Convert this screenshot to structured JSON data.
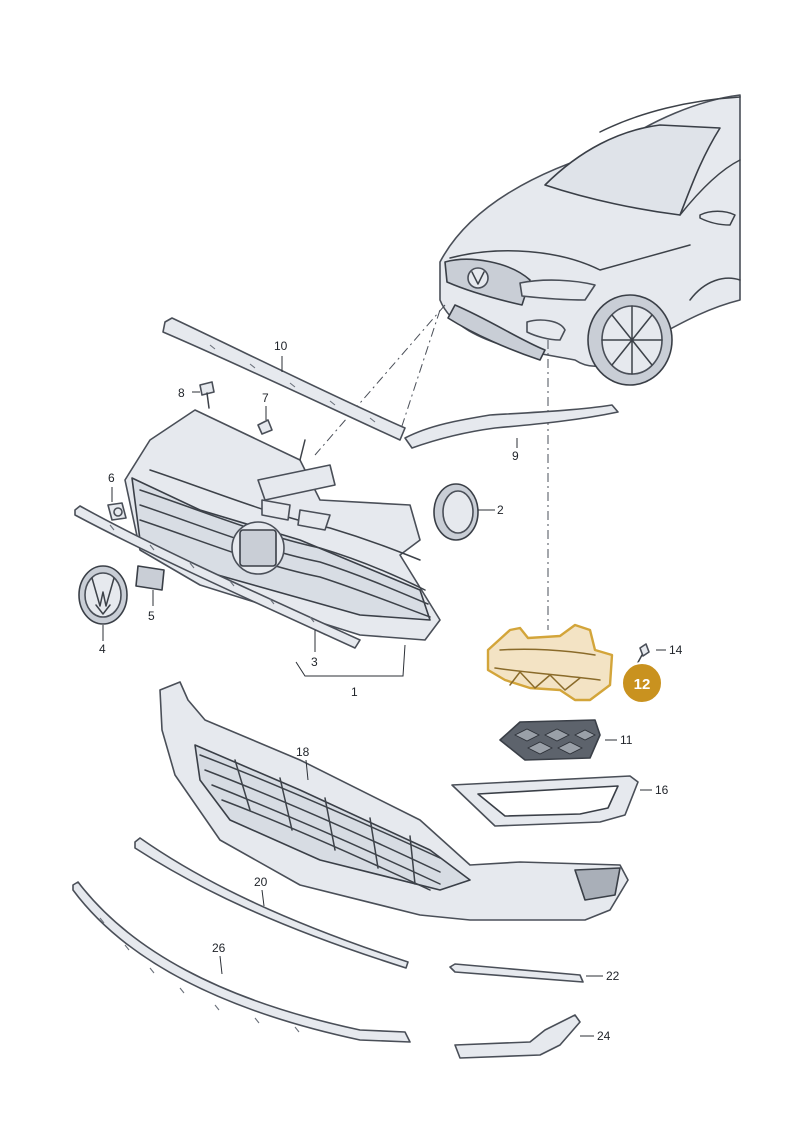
{
  "callouts": {
    "c1": "1",
    "c2": "2",
    "c3": "3",
    "c4": "4",
    "c5": "5",
    "c6": "6",
    "c7": "7",
    "c8": "8",
    "c9": "9",
    "c10": "10",
    "c11": "11",
    "c14": "14",
    "c16": "16",
    "c18": "18",
    "c20": "20",
    "c22": "22",
    "c24": "24",
    "c26": "26"
  },
  "highlight": {
    "label": "12",
    "badge_color": "#c9921f",
    "fill_color": "#f3e3c4"
  },
  "colors": {
    "line": "#4a4f58",
    "part_fill": "#e6e9ee",
    "background": "#ffffff"
  }
}
